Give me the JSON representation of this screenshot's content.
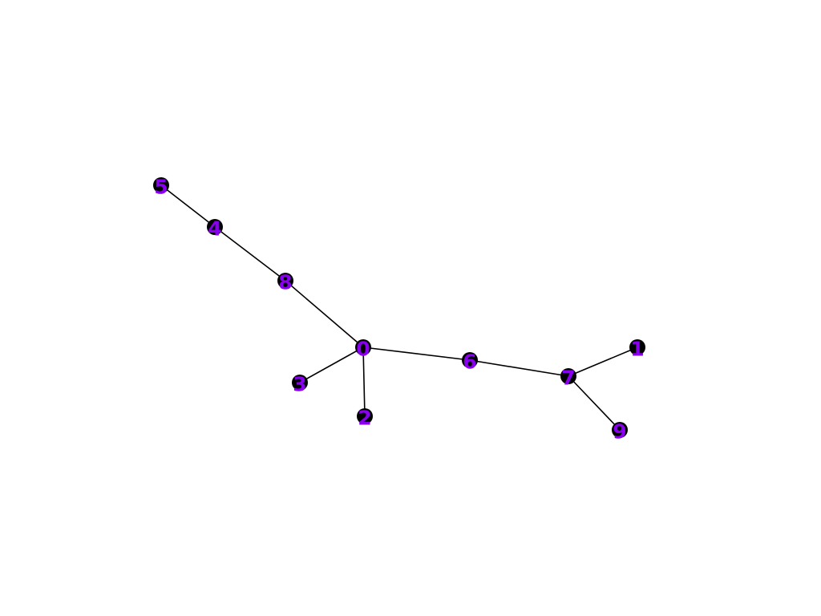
{
  "graph": {
    "node_color": "#000000",
    "label_color": "#8800ee",
    "edge_color": "#000000",
    "nodes": [
      {
        "id": "0",
        "label": "0"
      },
      {
        "id": "1",
        "label": "1"
      },
      {
        "id": "2",
        "label": "2"
      },
      {
        "id": "3",
        "label": "3"
      },
      {
        "id": "4",
        "label": "4"
      },
      {
        "id": "5",
        "label": "5"
      },
      {
        "id": "6",
        "label": "6"
      },
      {
        "id": "7",
        "label": "7"
      },
      {
        "id": "8",
        "label": "8"
      },
      {
        "id": "9",
        "label": "9"
      }
    ],
    "edges": [
      [
        "5",
        "4"
      ],
      [
        "4",
        "8"
      ],
      [
        "8",
        "0"
      ],
      [
        "0",
        "3"
      ],
      [
        "0",
        "2"
      ],
      [
        "0",
        "6"
      ],
      [
        "6",
        "7"
      ],
      [
        "7",
        "1"
      ],
      [
        "7",
        "9"
      ]
    ]
  }
}
